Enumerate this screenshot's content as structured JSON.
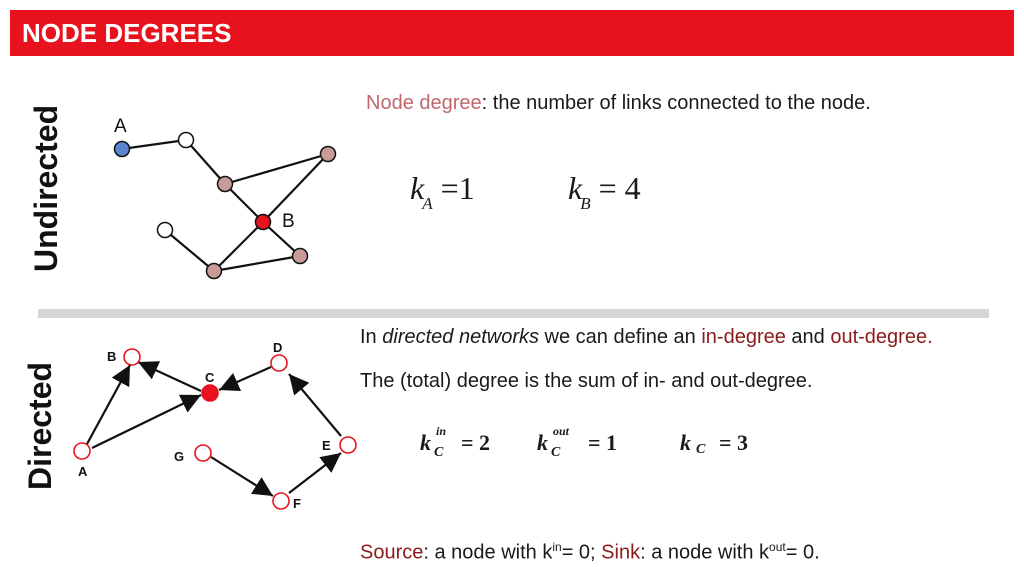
{
  "header": {
    "title": "NODE DEGREES"
  },
  "undirected": {
    "label": "Undirected",
    "definition_term": "Node degree",
    "definition_rest": ": the number of links connected to the node.",
    "node_labels": {
      "a": "A",
      "b": "B"
    },
    "formula_a": {
      "k": "k",
      "sub": "A",
      "rhs": "=1"
    },
    "formula_b": {
      "k": "k",
      "sub": "B",
      "rhs": "= 4"
    }
  },
  "directed": {
    "label": "Directed",
    "line1_pre": "In ",
    "line1_em": "directed networks",
    "line1_mid": " we can define an ",
    "line1_in": "in-degree",
    "line1_and": " and ",
    "line1_out": "out-degree.",
    "line2": "The (total) degree is the sum of in- and out-degree.",
    "node_labels": {
      "a": "A",
      "b": "B",
      "c": "C",
      "d": "D",
      "e": "E",
      "f": "F",
      "g": "G"
    },
    "formula_in": {
      "k": "k",
      "sup": "in",
      "sub": "C",
      "rhs": "= 2"
    },
    "formula_out": {
      "k": "k",
      "sup": "out",
      "sub": "C",
      "rhs": "= 1"
    },
    "formula_total": {
      "k": "k",
      "sub": "C",
      "rhs": "= 3"
    },
    "footer": {
      "source_term": "Source",
      "source_text_pre": ": a node with k",
      "source_sup": "in",
      "source_text_post": "= 0; ",
      "sink_term": "Sink",
      "sink_text_pre": ": a node with k",
      "sink_sup": "out",
      "sink_text_post": "= 0."
    }
  },
  "colors": {
    "title_bar": "#e8121e",
    "node_blue": "#5b86cf",
    "node_rose": "#c99a97",
    "node_red": "#e8121e",
    "accent_rose": "#c0686e",
    "accent_maroon": "#8c1a1a"
  }
}
